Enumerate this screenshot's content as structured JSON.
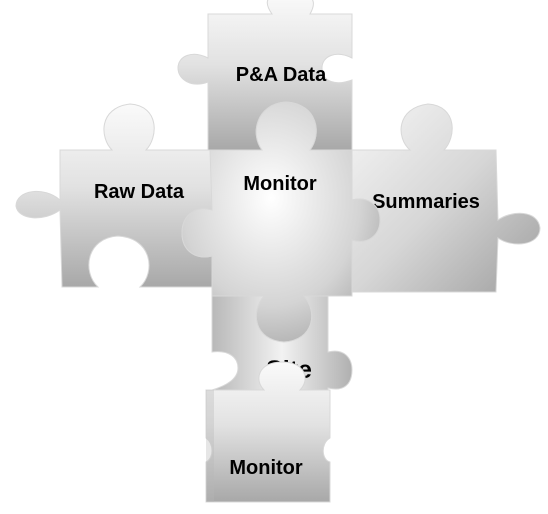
{
  "puzzle": {
    "pieces": {
      "top": "P&A Data",
      "left": "Raw Data",
      "center": "Monitor",
      "right": "Summaries",
      "site": "Site",
      "bottom": "Monitor"
    },
    "colors": {
      "light": "#f4f4f4",
      "mid": "#d2d2d2",
      "dark": "#9a9a9a",
      "text": "#000000"
    }
  }
}
